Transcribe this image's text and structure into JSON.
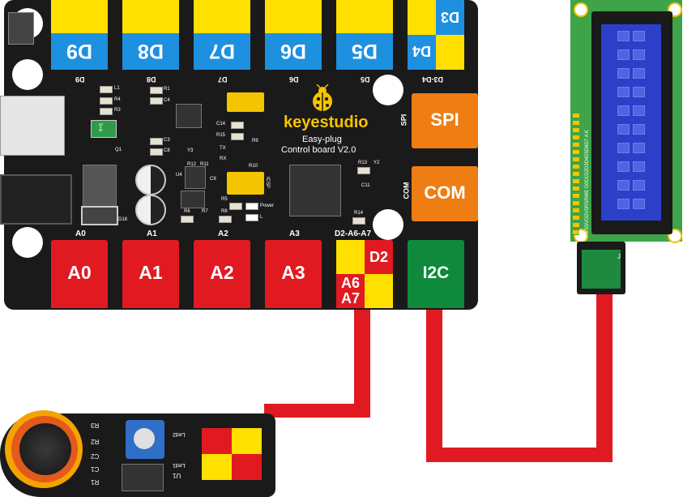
{
  "board": {
    "brand": "keyestudio",
    "subtitle1": "Easy-plug",
    "subtitle2": "Control board V2.0",
    "top_ports": [
      {
        "label": "D9",
        "silk": "D9"
      },
      {
        "label": "D8",
        "silk": "D8"
      },
      {
        "label": "D7",
        "silk": "D7"
      },
      {
        "label": "D6",
        "silk": "D6"
      },
      {
        "label": "D5",
        "silk": "D5"
      }
    ],
    "split_top": {
      "a": "D3",
      "b": "D4",
      "silk": "D3-D4"
    },
    "bottom_ports": [
      {
        "label": "A0",
        "silk": "A0"
      },
      {
        "label": "A1",
        "silk": "A1"
      },
      {
        "label": "A2",
        "silk": "A2"
      },
      {
        "label": "A3",
        "silk": "A3"
      }
    ],
    "split_bottom": {
      "a": "D2",
      "b": "A6",
      "c": "A7",
      "silk": "D2-A6-A7"
    },
    "i2c": "I2C",
    "spi": {
      "label": "SPI",
      "silk": "SPI"
    },
    "com": {
      "label": "COM",
      "silk": "COM"
    },
    "silk": {
      "l1": "L1",
      "r4": "R4",
      "r3": "R3",
      "r1": "R1",
      "c4": "C4",
      "c14": "C14",
      "r15": "R15",
      "r9": "R9",
      "tx": "TX",
      "rx": "RX",
      "c3": "C3",
      "c8": "C8",
      "y3": "Y3",
      "q1": "Q1",
      "u4": "U4",
      "r12": "R12",
      "r11": "R11",
      "c9": "C9",
      "r10": "R10",
      "icsp": "ICSP",
      "r5": "R5",
      "power": "Power",
      "r6": "R6",
      "r7": "R7",
      "r8": "R8",
      "l": "L",
      "r13": "R13",
      "y2": "Y2",
      "c11": "C11",
      "r14": "R14",
      "d18": "D18",
      "d5v": "5+6"
    }
  },
  "lcd": {
    "pins": "VSSVDDV0RSRWE D0D1D2D3D4D5D6D7 A K",
    "j": "J"
  },
  "sensor": {
    "silk": {
      "r3": "R3",
      "r2": "R2",
      "c2": "C2",
      "c1": "C1",
      "r1": "R1",
      "u1": "U1",
      "led2": "Led2",
      "led1": "Led1"
    }
  },
  "colors": {
    "port_yellow": "#ffe000",
    "port_blue": "#1e90e0",
    "port_red": "#e11a22",
    "port_orange": "#ee7d14",
    "port_green": "#0f8a3c",
    "wire_red": "#e11a22"
  }
}
